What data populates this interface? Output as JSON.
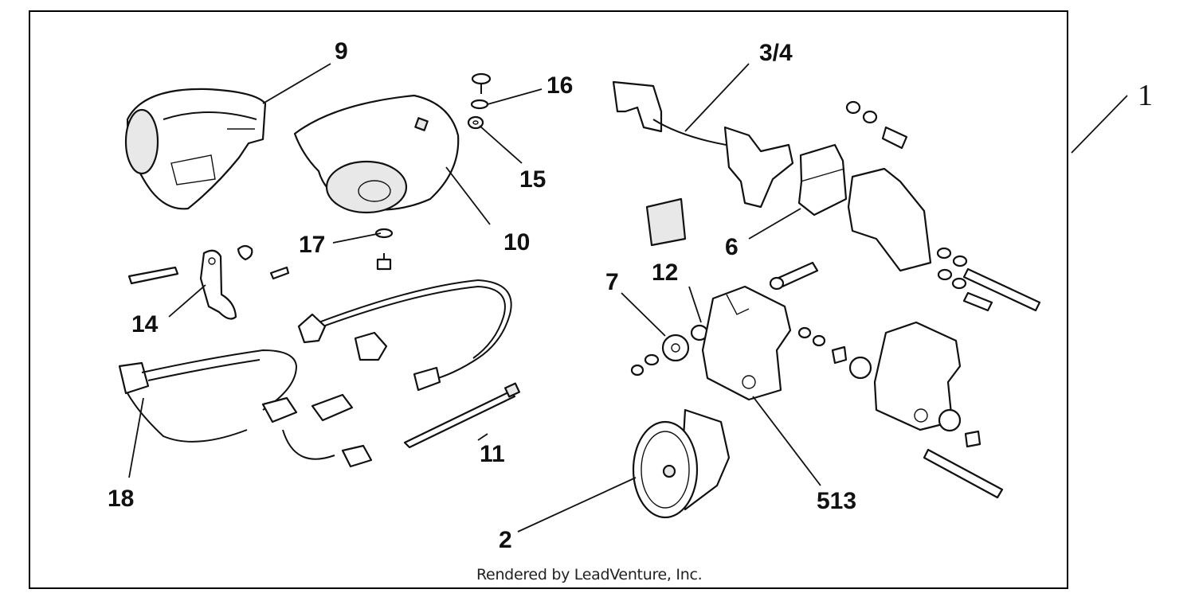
{
  "diagram": {
    "callouts": [
      "1",
      "2",
      "3/4",
      "513",
      "6",
      "7",
      "9",
      "10",
      "11",
      "12",
      "14",
      "15",
      "16",
      "17",
      "18"
    ],
    "credit": "Rendered by LeadVenture, Inc."
  }
}
